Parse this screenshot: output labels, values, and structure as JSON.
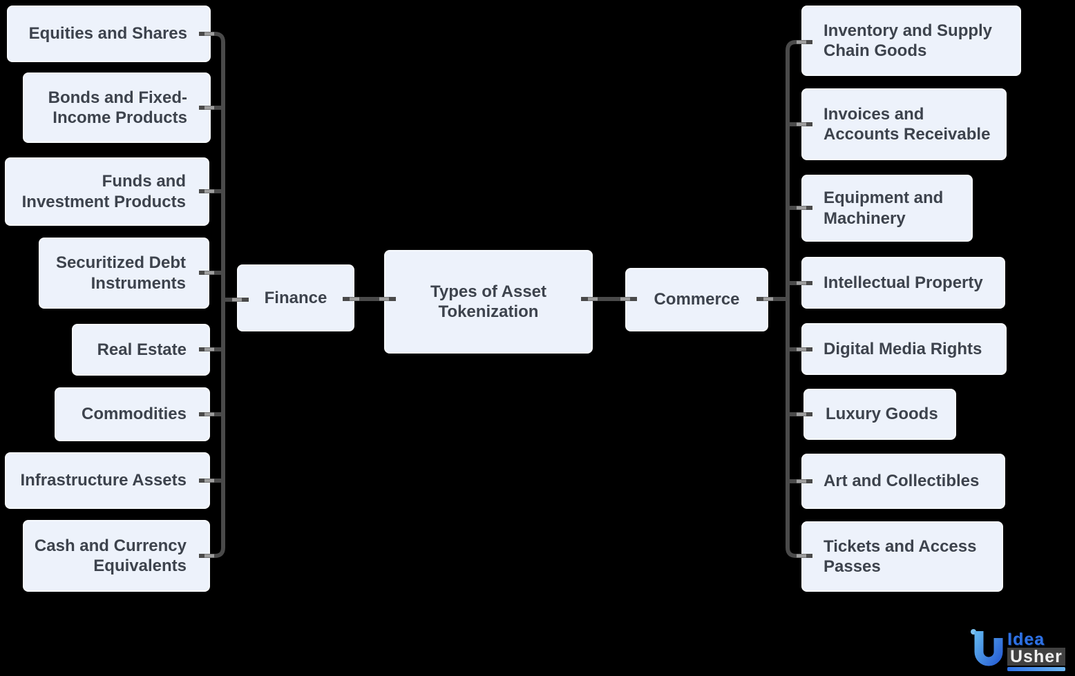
{
  "root": {
    "label": "Types of Asset\nTokenization"
  },
  "branches": {
    "finance": {
      "label": "Finance",
      "children": [
        {
          "label": "Equities and Shares"
        },
        {
          "label": "Bonds and Fixed-\nIncome Products"
        },
        {
          "label": "Funds and\nInvestment Products"
        },
        {
          "label": "Securitized Debt\nInstruments"
        },
        {
          "label": "Real Estate"
        },
        {
          "label": "Commodities"
        },
        {
          "label": "Infrastructure Assets"
        },
        {
          "label": "Cash and Currency\nEquivalents"
        }
      ]
    },
    "commerce": {
      "label": "Commerce",
      "children": [
        {
          "label": "Inventory and Supply\nChain Goods"
        },
        {
          "label": "Invoices and\nAccounts Receivable"
        },
        {
          "label": "Equipment and\nMachinery"
        },
        {
          "label": "Intellectual Property"
        },
        {
          "label": "Digital Media Rights"
        },
        {
          "label": "Luxury Goods"
        },
        {
          "label": "Art and Collectibles"
        },
        {
          "label": "Tickets and Access\nPasses"
        }
      ]
    }
  },
  "logo": {
    "idea": "Idea",
    "usher": "Usher"
  },
  "colors": {
    "background": "#000000",
    "node_fill": "#edf2fb",
    "node_border": "#f6f9fd",
    "node_text": "#3d434d",
    "connector": "#4a4a4a",
    "connector_tick": "#9e9e9e",
    "logo_blue": "#2e71e5",
    "logo_blue_light": "#6cb5ef"
  }
}
